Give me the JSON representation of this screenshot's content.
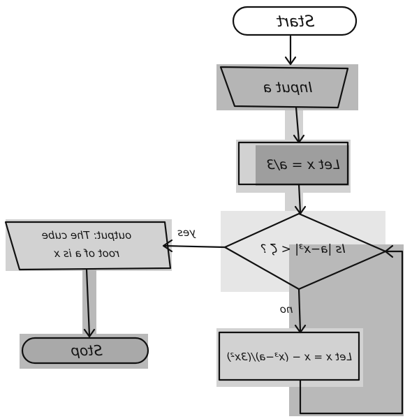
{
  "flowchart": {
    "start": "Start",
    "input": "Input a",
    "init_step": "Let x = a/3",
    "decision": "Is |a−x³| < ζ ?",
    "yes": "yes",
    "no": "no",
    "update_step": "Let x = x − (x³−a)/(3x²)",
    "output_line1": "output: The cube",
    "output_line2": "root of a is x",
    "stop": "Stop"
  },
  "colors": {
    "ink": "#111111",
    "shade_light": "#d2d2d2",
    "shade_mid": "#b9b9b9",
    "shade_dark": "#9e9e9e"
  }
}
